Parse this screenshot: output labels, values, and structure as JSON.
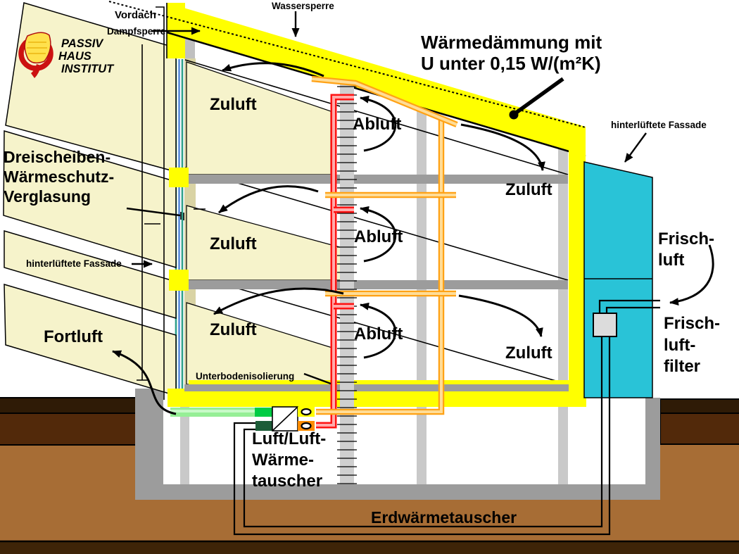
{
  "colors": {
    "insulation_yellow": "#FFFF00",
    "fresh_air_cyan": "#29C3D7",
    "panel_cream": "#F6F3CB",
    "panel_beige": "#D9D3A4",
    "structure_grey": "#9C9C9C",
    "column_grey": "#C9C9C9",
    "shaft_grey": "#CFCFCF",
    "filter_grey": "#DCDCDC",
    "exhaust_red": "#FF1414",
    "exhaust_red_light": "#FFABAB",
    "supply_orange": "#FFA216",
    "supply_orange_light": "#FFDC96",
    "supply_orange_deep": "#FF8C00",
    "fortluft_green_light": "#96EF96",
    "fortluft_green_lighter": "#C8FAC8",
    "fortluft_green": "#00CC44",
    "fortluft_green_dark": "#1C5C38",
    "earth_dark": "#2F1B06",
    "earth_mid": "#52290A",
    "earth_main": "#A76D35",
    "earth_bottom": "#3E2408",
    "glazing_teal": "#2FA08C",
    "glazing_blue": "#3E78D6",
    "logo_red": "#CC1111",
    "logo_yellow": "#FFE14D",
    "white": "#FFFFFF"
  },
  "logo": {
    "line1": "PASSIV",
    "line2": "HAUS",
    "line3": "INSTITUT"
  },
  "labels": {
    "vordach": "Vordach",
    "dampfsperre": "Dampfsperre",
    "wassersperre": "Wassersperre",
    "waermedaemmung_1": "Wärmedämmung mit",
    "waermedaemmung_2": "U unter 0,15 W/(m²K)",
    "fassade_right": "hinterlüftete Fassade",
    "fassade_left": "hinterlüftete Fassade",
    "verglasung_1": "Dreischeiben-",
    "verglasung_2": "Wärmeschutz-",
    "verglasung_3": "Verglasung",
    "zuluft": "Zuluft",
    "abluft": "Abluft",
    "fortluft": "Fortluft",
    "frischluft_1": "Frisch-",
    "frischluft_2": "luft",
    "frischluftfilter_1": "Frisch-",
    "frischluftfilter_2": "luft-",
    "frischluftfilter_3": "filter",
    "unterbodenisolierung": "Unterbodenisolierung",
    "luftluft_1": "Luft/Luft-",
    "luftluft_2": "Wärme-",
    "luftluft_3": "tauscher",
    "erdwaermetauscher": "Erdwärmetauscher"
  }
}
